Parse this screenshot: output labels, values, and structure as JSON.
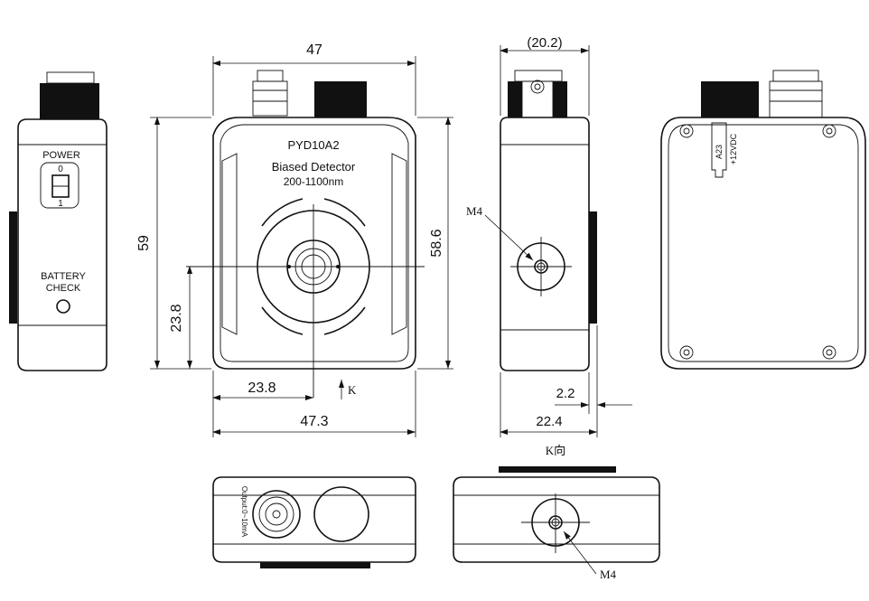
{
  "front": {
    "model": "PYD10A2",
    "name": "Biased Detector",
    "range": "200-1100nm"
  },
  "side": {
    "power_label": "POWER",
    "power_off": "0",
    "power_on": "1",
    "battery_label_1": "BATTERY",
    "battery_label_2": "CHECK"
  },
  "back": {
    "battery_type": "A23",
    "voltage": "+12VDC"
  },
  "bottom": {
    "output_label": "Output:0~10mA"
  },
  "dimensions": {
    "width_top": "47",
    "width_bottom": "47.3",
    "height_total": "59",
    "height_body": "58.6",
    "center_height": "23.8",
    "center_width": "23.8",
    "side_depth_top": "(20.2)",
    "side_depth_bottom": "22.4",
    "side_offset": "2.2"
  },
  "annotations": {
    "thread_top": "M4",
    "thread_bottom": "M4",
    "view_arrow": "K",
    "view_label": "K向"
  }
}
